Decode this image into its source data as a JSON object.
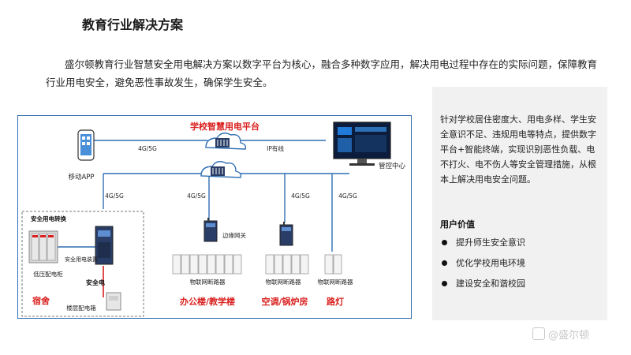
{
  "title": "教育行业解决方案",
  "intro": "盛尔顿教育行业智慧安全用电解决方案以数字平台为核心，融合多种数字应用，解决用电过程中存在的实际问题，保障教育行业用电安全，避免恶性事故发生，确保学生安全。",
  "diagram": {
    "platform": "学校智慧用电平台",
    "mobile_app": "移动APP",
    "control_center": "管控中心",
    "link_4g5g": "4G/5G",
    "link_ip": "IP有线",
    "edge_gateway": "边缘网关",
    "iot_breaker": "物联网断路器",
    "safety_switch_box": "安全用电转换",
    "low_voltage_cabinet": "低压配电柜",
    "safety_device": "安全用电装置",
    "safe_power": "安全电",
    "floor_box": "楼层配电箱",
    "dormitory": "宿舍",
    "office_teaching": "办公楼/教学楼",
    "ac_boiler": "空调/锅炉房",
    "street_light": "路灯"
  },
  "sidebar": {
    "description": "针对学校居住密度大、用电多样、学生安全意识不足、违规用电等特点，提供数字平台+智能终端，实现识别恶性负载、电不打火、电不伤人等安全管理措施，从根本上解决用电安全问题。",
    "value_title": "用户价值",
    "values": [
      "提升师生安全意识",
      "优化学校用电环境",
      "建设安全和谐校园"
    ]
  },
  "watermark": "@盛尔顿",
  "colors": {
    "accent_blue": "#2f6fb3",
    "red": "#d9201f",
    "dark_blue": "#2a3d66"
  }
}
